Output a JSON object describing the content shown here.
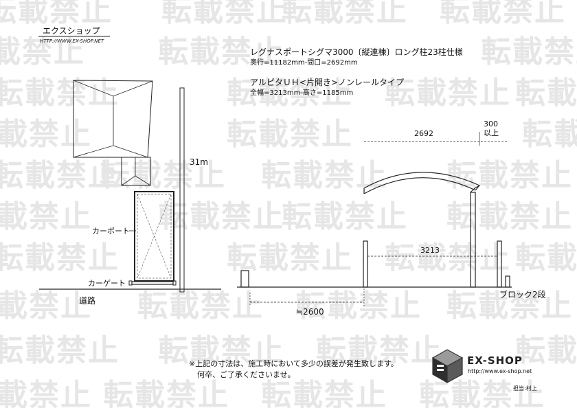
{
  "watermark": "転載禁止",
  "brand": {
    "shop_name": "エクスショップ",
    "shop_url": "HTTP://WWW.EX-SHOP.NET",
    "logo_text": "EX-SHOP",
    "logo_url": "http://www.ex-shop.net",
    "staff": "担当:村上"
  },
  "product": {
    "line1": "レグナスポートシグマ3000〔縦連棟〕ロング柱23柱仕様",
    "line1_sub": "奥行=11182mm-間口=2692mm",
    "line2": "アルピタＵＨ<片開き>ノンレールタイプ",
    "line2_sub": "全幅=3213mm-高さ=1185mm"
  },
  "plan": {
    "depth_label": "31m",
    "carport_label": "カーポート",
    "gate_label": "カーゲート",
    "road_label": "道路"
  },
  "elevation": {
    "width_label": "2692",
    "offset_label_1": "300",
    "offset_label_2": "以上",
    "gate_width_label": "3213",
    "distance_label": "≒2600",
    "block_label": "ブロック2段"
  },
  "note": {
    "line1": "※上記の寸法は、施工時において多少の誤差が発生致します。",
    "line2": "何卒、ご了承くださいませ。"
  }
}
